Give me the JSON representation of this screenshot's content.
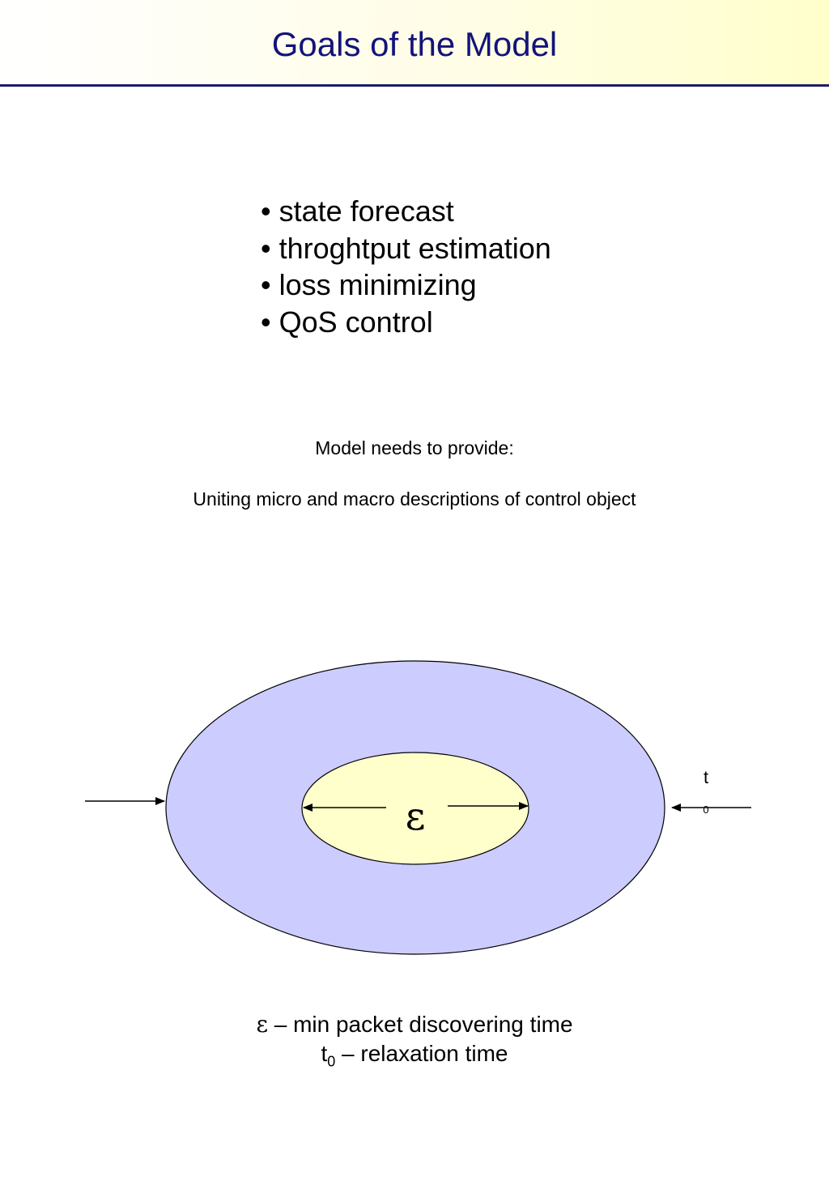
{
  "header": {
    "title": "Goals of the Model"
  },
  "goals": [
    "state forecast",
    "throghtput estimation",
    "loss minimizing",
    "QoS control"
  ],
  "model": {
    "provide_label": "Model needs to provide:",
    "provide_text": "Uniting micro and macro descriptions of control object"
  },
  "diagram": {
    "inner_symbol": "ε",
    "right_label_t": "t",
    "right_label_sub": "0",
    "colors": {
      "outer_fill": "#ccccff",
      "inner_fill": "#ffffcc",
      "stroke": "#000000"
    }
  },
  "legend": {
    "eps_symbol": "ε",
    "eps_text": " – min packet discovering time",
    "t0_base": "t",
    "t0_sub": "0",
    "t0_text": " – relaxation time"
  }
}
